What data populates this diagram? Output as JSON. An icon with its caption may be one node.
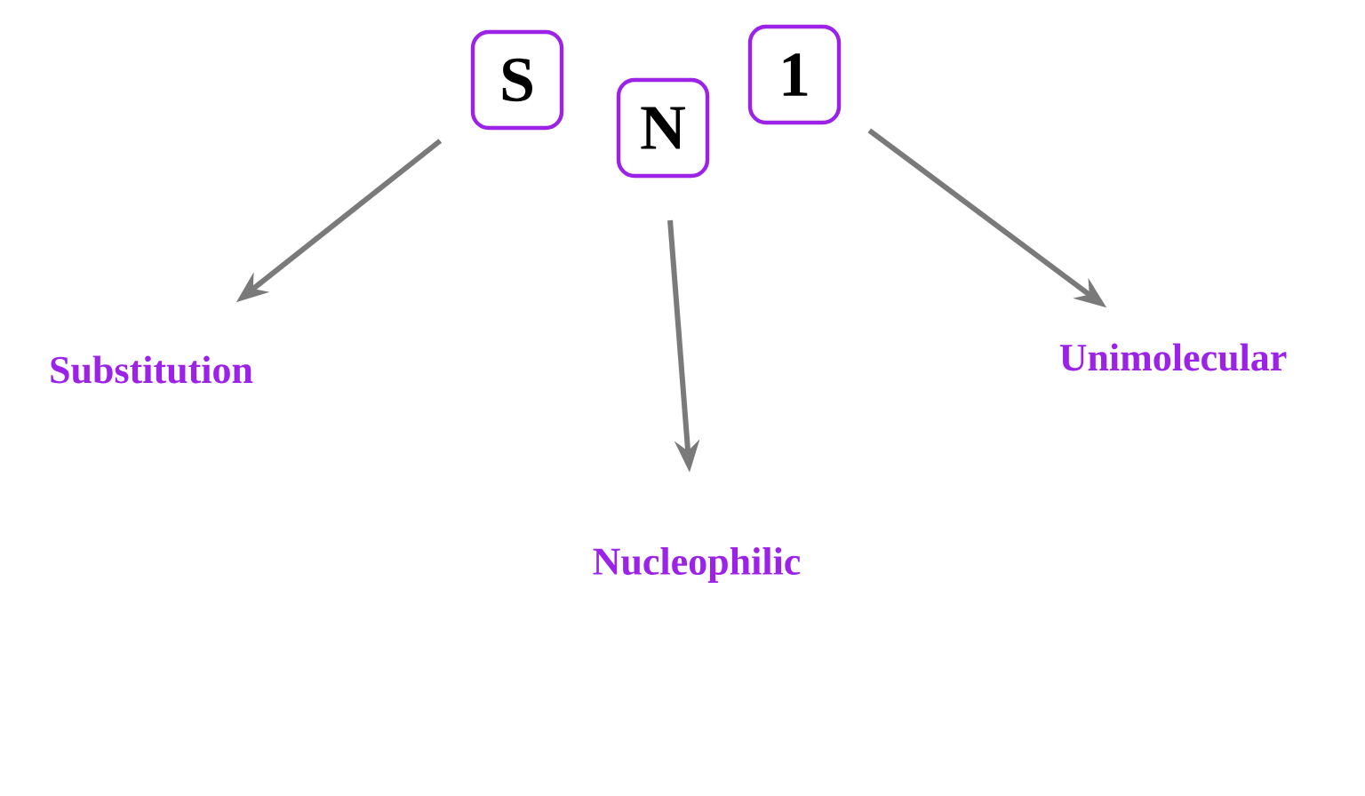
{
  "diagram": {
    "nodes": [
      {
        "text": [
          "S"
        ]
      },
      {
        "text": [
          "N"
        ]
      },
      {
        "text": [
          "1"
        ]
      },
      {
        "text": [
          "Substitution"
        ]
      },
      {
        "text": [
          "Nucleophilic"
        ]
      },
      {
        "text": [
          "Unimolecular"
        ]
      }
    ],
    "edges": [
      {
        "from": 0,
        "to": 3,
        "arrow": "to"
      },
      {
        "from": 1,
        "to": 4,
        "arrow": "to"
      },
      {
        "from": 2,
        "to": 5,
        "arrow": "to"
      }
    ]
  }
}
